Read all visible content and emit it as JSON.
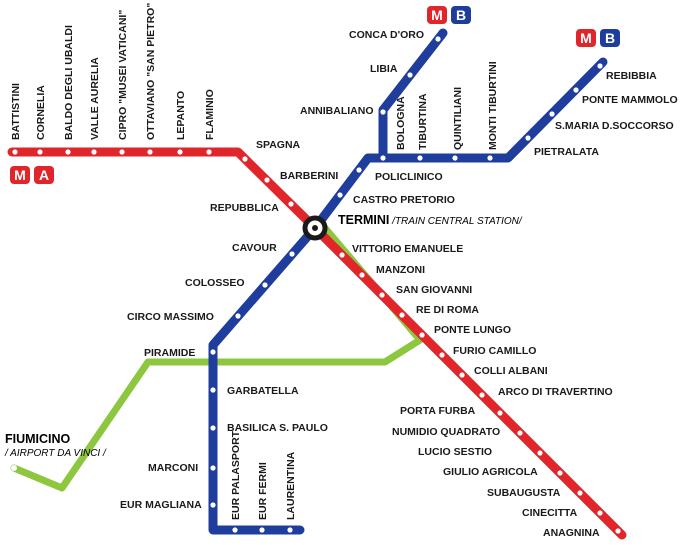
{
  "lines": {
    "A": {
      "letter": "A",
      "metro": "M",
      "color": "#e0262b"
    },
    "B": {
      "letter": "B",
      "metro": "M",
      "color": "#1f3d9c"
    },
    "rail": {
      "color": "#8dc63f"
    }
  },
  "hub": {
    "name": "TERMINI",
    "sub": " /TRAIN CENTRAL STATION/"
  },
  "airport": {
    "name": "FIUMICINO",
    "sub": "/ AIRPORT DA VINCI /"
  },
  "stations_a": [
    "BATTISTINI",
    "CORNELIA",
    "BALDO DEGLI UBALDI",
    "VALLE AURELIA",
    "CIPRO \"MUSEI VATICANI\"",
    "OTTAVIANO \"SAN PIETRO\"",
    "LEPANTO",
    "FLAMINIO",
    "SPAGNA",
    "BARBERINI",
    "REPUBBLICA",
    "VITTORIO EMANUELE",
    "MANZONI",
    "SAN GIOVANNI",
    "RE DI ROMA",
    "PONTE LUNGO",
    "FURIO CAMILLO",
    "COLLI ALBANI",
    "ARCO DI TRAVERTINO",
    "PORTA FURBA",
    "NUMIDIO QUADRATO",
    "LUCIO SESTIO",
    "GIULIO AGRICOLA",
    "SUBAUGUSTA",
    "CINECITTA",
    "ANAGNINA"
  ],
  "stations_b": [
    "CONCA D'ORO",
    "LIBIA",
    "ANNIBALIANO",
    "BOLOGNA",
    "TIBURTINA",
    "QUINTILIANI",
    "MONTI TIBURTINI",
    "PIETRALATA",
    "S.MARIA D.SOCCORSO",
    "PONTE MAMMOLO",
    "REBIBBIA",
    "POLICLINICO",
    "CASTRO PRETORIO",
    "CAVOUR",
    "COLOSSEO",
    "CIRCO MASSIMO",
    "PIRAMIDE",
    "GARBATELLA",
    "BASILICA S. PAULO",
    "MARCONI",
    "EUR MAGLIANA",
    "EUR PALASPORT",
    "EUR FERMI",
    "LAURENTINA"
  ]
}
